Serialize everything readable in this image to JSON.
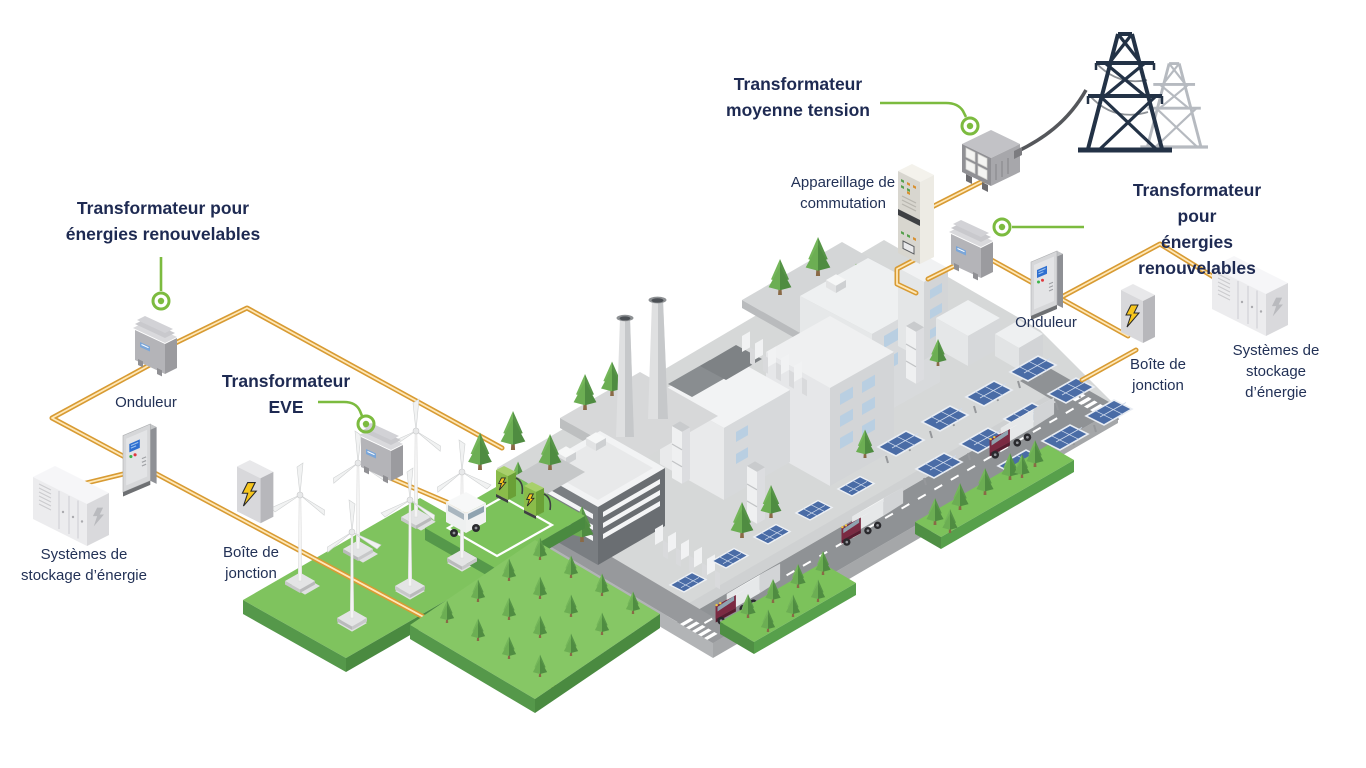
{
  "diagram_title": "Smart grid / renewable energy transformer diagram",
  "labels": {
    "transformer_renewables_left": "Transformateur pour\nénergies renouvelables",
    "transformer_eve": "Transformateur\nEVE",
    "transformer_mv": "Transformateur\nmoyenne tension",
    "transformer_renewables_right": "Transformateur pour\nénergies renouvelables",
    "switchgear": "Appareillage de\ncommutation",
    "inverter_left": "Onduleur",
    "inverter_right": "Onduleur",
    "junction_left": "Boîte de\njonction",
    "junction_right": "Boîte de\njonction",
    "storage_left": "Systèmes de\nstockage d’énergie",
    "storage_right": "Systèmes de\nstockage d’énergie"
  },
  "icons": {
    "junction_box": "lightning-bolt",
    "storage_system": "lightning-bolt",
    "ev_charger": "lightning-bolt",
    "power_grid": "transmission-tower",
    "callout_marker": "green-ring-dot"
  },
  "colors": {
    "label_navy": "#1e2a52",
    "accent_green": "#7cbb3f",
    "wire_gold": "#d89b33",
    "wire_highlight": "#ffe8b8",
    "grass_green": "#7cc25b",
    "panel_blue": "#4a6ca6",
    "truck_maroon": "#74263c",
    "pylon_navy": "#233246"
  }
}
